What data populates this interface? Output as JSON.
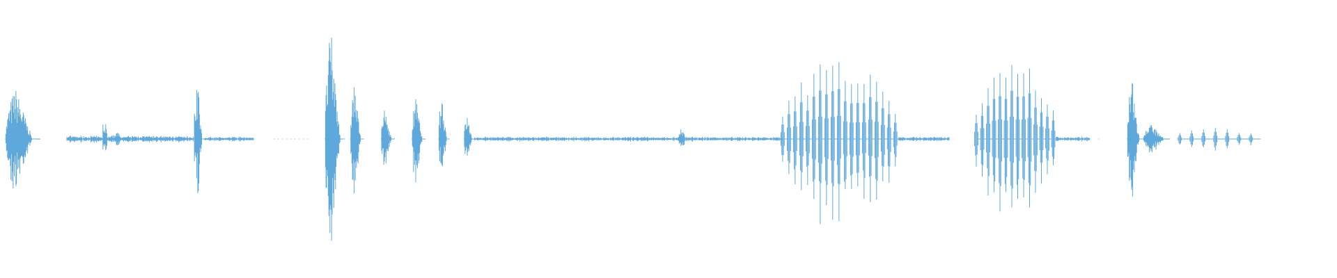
{
  "waveform": {
    "color": "#5fa8dc",
    "background": "#ffffff",
    "duration_fraction_visible": 0.94,
    "bursts": [
      {
        "start": 0.004,
        "end": 0.03,
        "peak": 0.42,
        "kind": "dense"
      },
      {
        "start": 0.05,
        "end": 0.145,
        "peak": 0.03,
        "kind": "noise"
      },
      {
        "start": 0.077,
        "end": 0.08,
        "peak": 0.12,
        "kind": "spike"
      },
      {
        "start": 0.085,
        "end": 0.094,
        "peak": 0.06,
        "kind": "dense"
      },
      {
        "start": 0.145,
        "end": 0.153,
        "peak": 0.55,
        "kind": "dense"
      },
      {
        "start": 0.153,
        "end": 0.19,
        "peak": 0.02,
        "kind": "noise"
      },
      {
        "start": 0.205,
        "end": 0.23,
        "peak": 0.01,
        "kind": "dots"
      },
      {
        "start": 0.243,
        "end": 0.258,
        "peak": 0.9,
        "kind": "dense"
      },
      {
        "start": 0.262,
        "end": 0.272,
        "peak": 0.48,
        "kind": "dense"
      },
      {
        "start": 0.285,
        "end": 0.295,
        "peak": 0.25,
        "kind": "dense"
      },
      {
        "start": 0.308,
        "end": 0.318,
        "peak": 0.35,
        "kind": "dense"
      },
      {
        "start": 0.328,
        "end": 0.336,
        "peak": 0.38,
        "kind": "dense"
      },
      {
        "start": 0.347,
        "end": 0.355,
        "peak": 0.2,
        "kind": "dense"
      },
      {
        "start": 0.355,
        "end": 0.585,
        "peak": 0.02,
        "kind": "noise"
      },
      {
        "start": 0.508,
        "end": 0.512,
        "peak": 0.08,
        "kind": "spike"
      },
      {
        "start": 0.583,
        "end": 0.672,
        "peak": 0.55,
        "kind": "pulses",
        "count": 19
      },
      {
        "start": 0.672,
        "end": 0.71,
        "peak": 0.02,
        "kind": "noise"
      },
      {
        "start": 0.728,
        "end": 0.79,
        "peak": 0.55,
        "kind": "pulses",
        "count": 14
      },
      {
        "start": 0.79,
        "end": 0.815,
        "peak": 0.02,
        "kind": "noise"
      },
      {
        "start": 0.822,
        "end": 0.823,
        "peak": 0.02,
        "kind": "dots"
      },
      {
        "start": 0.843,
        "end": 0.855,
        "peak": 0.5,
        "kind": "dense"
      },
      {
        "start": 0.855,
        "end": 0.875,
        "peak": 0.12,
        "kind": "dense"
      },
      {
        "start": 0.878,
        "end": 0.94,
        "peak": 0.08,
        "kind": "pulses",
        "count": 7
      }
    ]
  }
}
